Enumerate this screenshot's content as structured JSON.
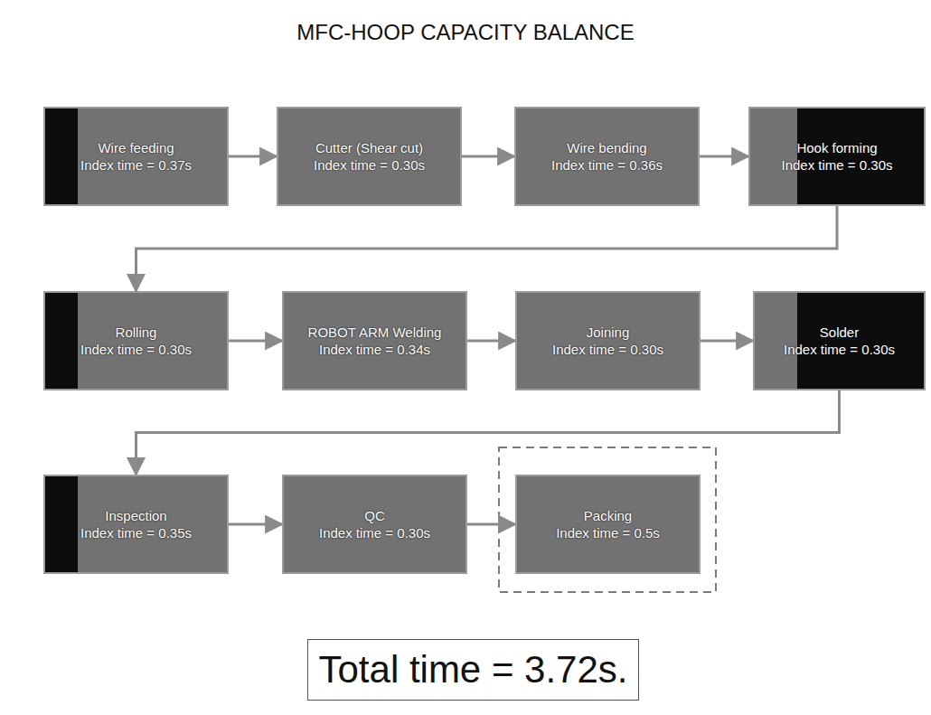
{
  "diagram": {
    "title": "MFC-HOOP CAPACITY BALANCE",
    "nodes": [
      {
        "text": [
          "Wire feeding",
          "Index time = 0.37s"
        ]
      },
      {
        "text": [
          "Cutter (Shear cut)",
          "Index time = 0.30s"
        ]
      },
      {
        "text": [
          "Wire bending",
          "Index time = 0.36s"
        ]
      },
      {
        "text": [
          "Hook forming",
          "Index time = 0.30s"
        ]
      },
      {
        "text": [
          "Rolling",
          "Index time = 0.30s"
        ]
      },
      {
        "text": [
          "ROBOT ARM Welding",
          "Index time = 0.34s"
        ]
      },
      {
        "text": [
          "Joining",
          "Index time = 0.30s"
        ]
      },
      {
        "text": [
          "Solder",
          "Index time = 0.30s"
        ]
      },
      {
        "text": [
          "Inspection",
          "Index time = 0.35s"
        ]
      },
      {
        "text": [
          "QC",
          "Index time = 0.30s"
        ]
      },
      {
        "text": [
          "Packing",
          "Index time = 0.5s"
        ]
      },
      {
        "text": [
          "Total time =  3.72s."
        ]
      }
    ],
    "edges": [
      {
        "from": 0,
        "to": 1,
        "arrow": "to"
      },
      {
        "from": 1,
        "to": 2,
        "arrow": "to"
      },
      {
        "from": 2,
        "to": 3,
        "arrow": "to"
      },
      {
        "from": 3,
        "to": 4,
        "arrow": "to"
      },
      {
        "from": 4,
        "to": 5,
        "arrow": "to"
      },
      {
        "from": 5,
        "to": 6,
        "arrow": "to"
      },
      {
        "from": 6,
        "to": 7,
        "arrow": "to"
      },
      {
        "from": 7,
        "to": 8,
        "arrow": "to"
      },
      {
        "from": 8,
        "to": 9,
        "arrow": "to"
      },
      {
        "from": 9,
        "to": 10,
        "arrow": "to"
      }
    ]
  }
}
